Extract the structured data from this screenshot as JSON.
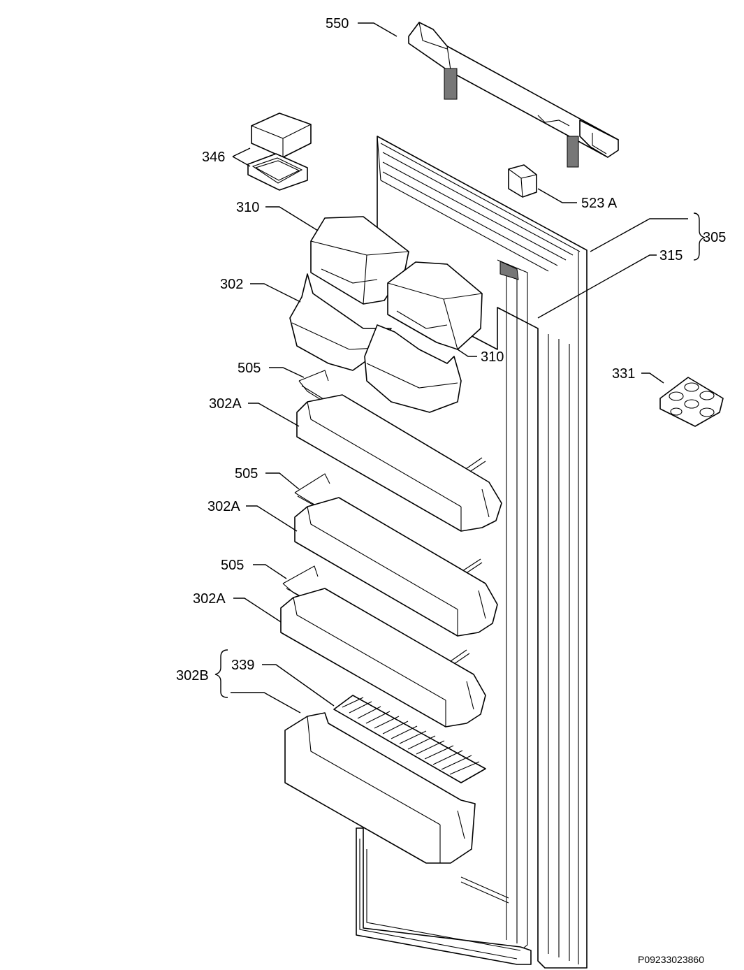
{
  "diagram": {
    "labels": {
      "l550": "550",
      "l346": "346",
      "l523a": "523 A",
      "l310a": "310",
      "l305": "305",
      "l315": "315",
      "l302": "302",
      "l310b": "310",
      "l505a": "505",
      "l331": "331",
      "l302a_1": "302A",
      "l505b": "505",
      "l302a_2": "302A",
      "l505c": "505",
      "l302a_3": "302A",
      "l339": "339",
      "l302b": "302B"
    },
    "drawing_code": "P09233023860"
  }
}
